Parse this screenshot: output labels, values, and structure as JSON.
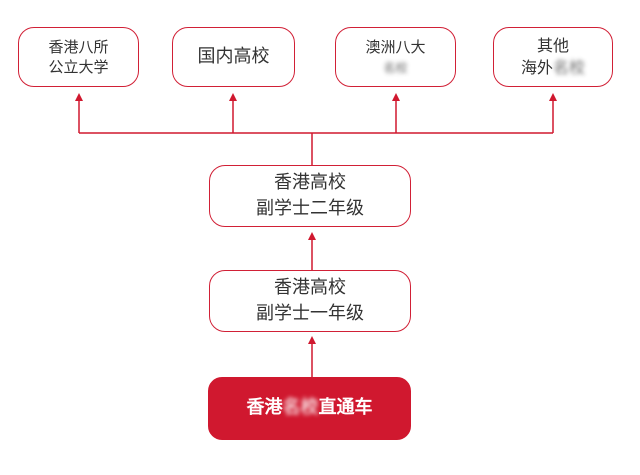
{
  "colors": {
    "accent": "#d0182f",
    "box_border": "#d12036",
    "text": "#333333"
  },
  "destinations": [
    {
      "line1": "香港八所",
      "line2": "公立大学",
      "line2_blur": ""
    },
    {
      "line1": "国内高校",
      "line2": "",
      "line2_blur": ""
    },
    {
      "line1": "澳洲八大",
      "line2": "",
      "line2_blur": "名校"
    },
    {
      "line1": "其他",
      "line2": "海外",
      "line2_blur": "名校"
    }
  ],
  "year2": {
    "line1": "香港高校",
    "line2": "副学士二年级"
  },
  "year1": {
    "line1": "香港高校",
    "line2": "副学士一年级"
  },
  "start": {
    "prefix": "香港",
    "blurred": "名校",
    "suffix": "直通车"
  }
}
